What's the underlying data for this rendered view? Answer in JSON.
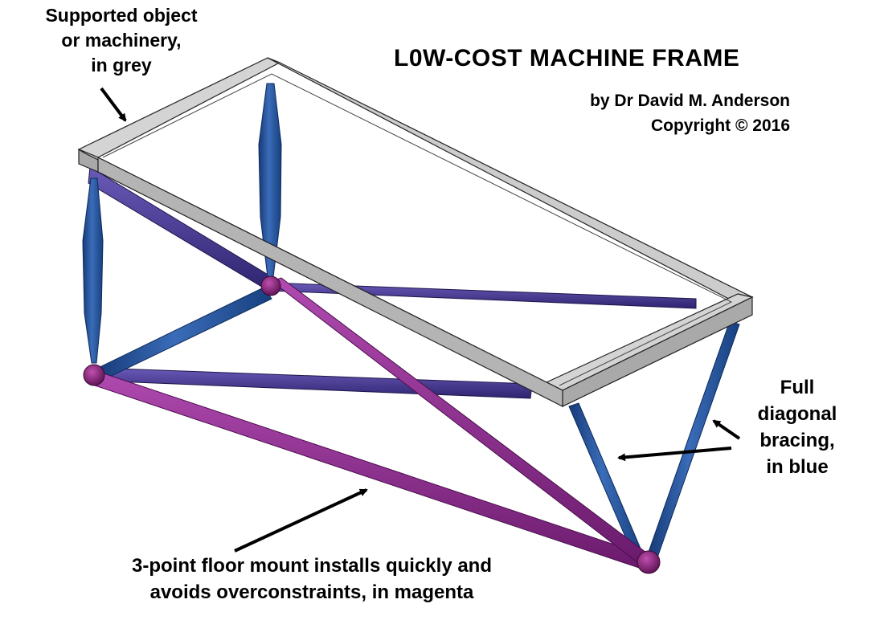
{
  "title": "L0W-COST MACHINE FRAME",
  "author_line": "by Dr David M. Anderson",
  "copyright_line": "Copyright © 2016",
  "labels": {
    "grey": [
      "Supported object",
      "or machinery,",
      "in grey"
    ],
    "blue": [
      "Full",
      "diagonal",
      "bracing,",
      "in blue"
    ],
    "magenta": [
      "3-point floor mount installs quickly and",
      "avoids overconstraints, in magenta"
    ]
  },
  "colors": {
    "frame_top": "#d4d4d4",
    "frame_side": "#a9a9a9",
    "blue_strut": "#2a58a0",
    "indigo_strut": "#483a96",
    "magenta_strut": "#8a2a8e",
    "node": "#7a1f6e",
    "text": "#000000"
  }
}
